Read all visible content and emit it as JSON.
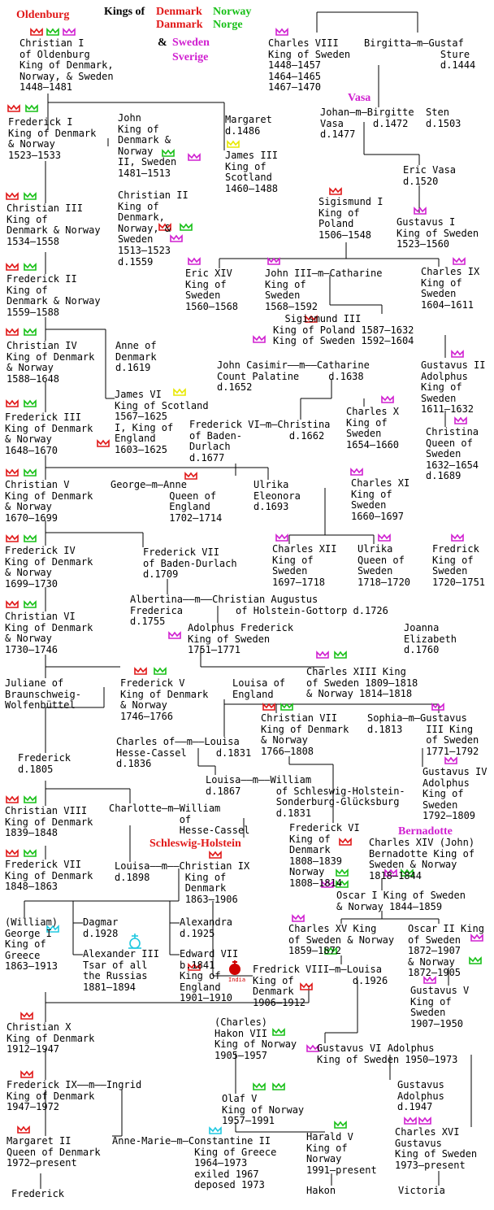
{
  "titles": {
    "oldenburg": "Oldenburg",
    "kings_of": "Kings of",
    "denmark": "Denmark",
    "norway_en": "Norway",
    "denmark_native": "Danmark",
    "norway_native": "Norge",
    "amp": "&",
    "sweden_en": "Sweden",
    "sweden_native": "Sverige",
    "vasa": "Vasa",
    "schleswig": "Schleswig-Holstein",
    "bernadotte": "Bernadotte"
  },
  "colors": {
    "denmark": "#e01818",
    "norway": "#18c018",
    "sweden": "#d020d0",
    "scotland": "#e8e800",
    "england": "#d00000",
    "greece": "#20c8e0",
    "russia": "#20c8e0"
  },
  "persons": [
    {
      "id": "christian-i",
      "text": "Christian I\nof Oldenburg\nKing of Denmark,\nNorway, & Sweden\n1448–1481"
    },
    {
      "id": "charles-viii",
      "text": "Charles VIII\nKing of Sweden\n1448–1457\n1464–1465\n1467–1470"
    },
    {
      "id": "birgitta-gustaf",
      "text": "Birgitta—m—Gustaf\n             Sture\n             d.1444"
    },
    {
      "id": "frederick-i",
      "text": "Frederick I\nKing of Denmark\n& Norway\n1523–1533"
    },
    {
      "id": "john",
      "text": "John\nKing of\nDenmark &\nNorway\nII, Sweden\n1481–1513"
    },
    {
      "id": "margaret",
      "text": "Margaret\nd.1486"
    },
    {
      "id": "james-iii",
      "text": "James III\nKing of\nScotland\n1460–1488"
    },
    {
      "id": "johan-vasa",
      "text": "Johan—m—Birgitte  Sten\nVasa     d.1472   d.1503\nd.1477"
    },
    {
      "id": "eric-vasa",
      "text": "Eric Vasa\nd.1520"
    },
    {
      "id": "christian-iii",
      "text": "Christian III\nKing of\nDenmark & Norway\n1534–1558"
    },
    {
      "id": "christian-ii",
      "text": "Christian II\nKing of\nDenmark,\nNorway, &\nSweden\n1513–1523\nd.1559"
    },
    {
      "id": "sigismund-i",
      "text": "Sigismund I\nKing of\nPoland\n1506–1548"
    },
    {
      "id": "gustavus-i",
      "text": "Gustavus I\nKing of Sweden\n1523–1560"
    },
    {
      "id": "frederick-ii",
      "text": "Frederick II\nKing of\nDenmark & Norway\n1559–1588"
    },
    {
      "id": "eric-xiv",
      "text": "Eric XIV\nKing of\nSweden\n1560–1568"
    },
    {
      "id": "john-iii",
      "text": "John III—m—Catharine\nKing of\nSweden\n1568–1592"
    },
    {
      "id": "charles-ix",
      "text": "Charles IX\nKing of\nSweden\n1604–1611"
    },
    {
      "id": "sigismund-iii",
      "text": "  Sigismund III\nKing of Poland 1587–1632\nKing of Sweden 1592–1604"
    },
    {
      "id": "christian-iv",
      "text": "Christian IV\nKing of Denmark\n& Norway\n1588–1648"
    },
    {
      "id": "anne-of-denmark",
      "text": "Anne of\nDenmark\nd.1619"
    },
    {
      "id": "john-casimir",
      "text": "John Casimir——m——Catharine\nCount Palatine     d.1638\nd.1652"
    },
    {
      "id": "gustavus-ii",
      "text": "Gustavus II\nAdolphus\nKing of\nSweden\n1611–1632"
    },
    {
      "id": "james-vi",
      "text": "James VI\nKing of Scotland\n1567–1625\nI, King of\nEngland\n1603–1625"
    },
    {
      "id": "charles-x",
      "text": "Charles X\nKing of\nSweden\n1654–1660"
    },
    {
      "id": "frederick-iii",
      "text": "Frederick III\nKing of Denmark\n& Norway\n1648–1670"
    },
    {
      "id": "frederick-vi-baden",
      "text": "Frederick VI—m—Christina\nof Baden-        d.1662\nDurlach\nd.1677"
    },
    {
      "id": "christina",
      "text": "Christina\nQueen of\nSweden\n1632–1654\nd.1689"
    },
    {
      "id": "christian-v",
      "text": "Christian V\nKing of Denmark\n& Norway\n1670–1699"
    },
    {
      "id": "george-anne",
      "text": "George—m—Anne\n          Queen of\n          England\n          1702–1714"
    },
    {
      "id": "ulrika-eleonora",
      "text": "Ulrika\nEleonora\nd.1693"
    },
    {
      "id": "charles-xi",
      "text": "Charles XI\nKing of\nSweden\n1660–1697"
    },
    {
      "id": "frederick-iv",
      "text": "Frederick IV\nKing of Denmark\n& Norway\n1699–1730"
    },
    {
      "id": "frederick-vii-baden",
      "text": "Frederick VII\nof Baden-Durlach\nd.1709"
    },
    {
      "id": "charles-xii",
      "text": "Charles XII\nKing of\nSweden\n1697–1718"
    },
    {
      "id": "ulrika-queen",
      "text": "Ulrika\nQueen of\nSweden\n1718–1720"
    },
    {
      "id": "fredrick-sweden",
      "text": "Fredrick\nKing of\nSweden\n1720–1751"
    },
    {
      "id": "albertina",
      "text": "Albertina——m——Christian Augustus\nFrederica         of Holstein-Gottorp d.1726\nd.1755"
    },
    {
      "id": "christian-vi",
      "text": "Christian VI\nKing of Denmark\n& Norway\n1730–1746"
    },
    {
      "id": "adolphus-frederick",
      "text": "Adolphus Frederick\nKing of Sweden\n1751–1771"
    },
    {
      "id": "joanna",
      "text": "Joanna\nElizabeth\nd.1760"
    },
    {
      "id": "juliane",
      "text": "Juliane of\nBraunschweig-\nWolfenbüttel"
    },
    {
      "id": "frederick-v",
      "text": "Frederick V\nKing of Denmark\n& Norway\n1746–1766"
    },
    {
      "id": "louisa-england",
      "text": "Louisa of\nEngland"
    },
    {
      "id": "charles-xiii",
      "text": "Charles XIII King\nof Sweden 1809–1818\n& Norway 1814–1818"
    },
    {
      "id": "christian-vii",
      "text": "Christian VII\nKing of Denmark\n& Norway\n1766–1808"
    },
    {
      "id": "sophia",
      "text": "Sophia—m—Gustavus\nd.1813    III King\n          of Sweden\n          1771–1792"
    },
    {
      "id": "frederick-1805",
      "text": "Frederick\nd.1805"
    },
    {
      "id": "charles-hesse",
      "text": "Charles of——m——Louisa\nHesse-Cassel     d.1831\nd.1836"
    },
    {
      "id": "gustavus-iv",
      "text": "Gustavus IV\nAdolphus\nKing of\nSweden\n1792–1809"
    },
    {
      "id": "louisa-1867",
      "text": "Louisa——m——William\nd.1867      of Schleswig-Holstein-\n            Sonderburg-Glücksburg\n            d.1831"
    },
    {
      "id": "christian-viii",
      "text": "Christian VIII\nKing of Denmark\n1839–1848"
    },
    {
      "id": "charlotte",
      "text": "Charlotte—m—William\n            of\n            Hesse-Cassel"
    },
    {
      "id": "frederick-vi-dk",
      "text": "Frederick VI\nKing of\nDenmark\n1808–1839\nNorway\n1808–1814"
    },
    {
      "id": "charles-xiv",
      "text": "Charles XIV (John)\nBernadotte King of\nSweden & Norway\n1818–1844"
    },
    {
      "id": "frederick-vii-dk",
      "text": "Frederick VII\nKing of Denmark\n1848–1863"
    },
    {
      "id": "louisa-1898",
      "text": "Louisa——m——Christian IX\nd.1898      King of\n            Denmark\n            1863–1906"
    },
    {
      "id": "oscar-i",
      "text": "Oscar I King of Sweden\n& Norway 1844–1859"
    },
    {
      "id": "george-i",
      "text": "(William)\nGeorge I\nKing of\nGreece\n1863–1913"
    },
    {
      "id": "dagmar",
      "text": "Dagmar\nd.1928"
    },
    {
      "id": "alexander-iii",
      "text": "Alexander III\nTsar of all\nthe Russias\n1881–1894"
    },
    {
      "id": "alexandra",
      "text": "Alexandra\nd.1925"
    },
    {
      "id": "edward-vii",
      "text": "Edward VII\nb.1841\nKing of\nEngland\n1901–1910"
    },
    {
      "id": "charles-xv",
      "text": "Charles XV King\nof Sweden & Norway\n1859–1872"
    },
    {
      "id": "oscar-ii",
      "text": "Oscar II King\nof Sweden\n1872–1907\n& Norway\n1872–1905"
    },
    {
      "id": "frederick-viii",
      "text": "Fredrick VIII—m—Louisa\nKing of          d.1926\nDenmark\n1906–1912"
    },
    {
      "id": "gustavus-v",
      "text": "Gustavus V\nKing of\nSweden\n1907–1950"
    },
    {
      "id": "christian-x",
      "text": "Christian X\nKing of Denmark\n1912–1947"
    },
    {
      "id": "hakon-vii",
      "text": "(Charles)\nHakon VII\nKing of Norway\n1905–1957"
    },
    {
      "id": "gustavus-vi",
      "text": "Gustavus VI Adolphus\nKing of Sweden 1950–1973"
    },
    {
      "id": "frederick-ix",
      "text": "Frederick IX——m——Ingrid\nKing of Denmark\n1947–1972"
    },
    {
      "id": "olaf-v",
      "text": "Olaf V\nKing of Norway\n1957–1991"
    },
    {
      "id": "gustavus-adolphus",
      "text": "Gustavus\nAdolphus\nd.1947"
    },
    {
      "id": "margaret-ii",
      "text": "Margaret II\nQueen of Denmark\n1972–present"
    },
    {
      "id": "anne-marie",
      "text": "Anne-Marie—m—Constantine II\n              King of Greece\n              1964–1973\n              exiled 1967\n              deposed 1973"
    },
    {
      "id": "harald-v",
      "text": "Harald V\nKing of\nNorway\n1991–present"
    },
    {
      "id": "charles-xvi",
      "text": "Charles XVI\nGustavus\nKing of Sweden\n1973–present"
    },
    {
      "id": "frederick-heir",
      "text": "Frederick"
    },
    {
      "id": "hakon-heir",
      "text": "Hakon"
    },
    {
      "id": "victoria",
      "text": "Victoria"
    }
  ],
  "badges": {
    "india": "India"
  }
}
